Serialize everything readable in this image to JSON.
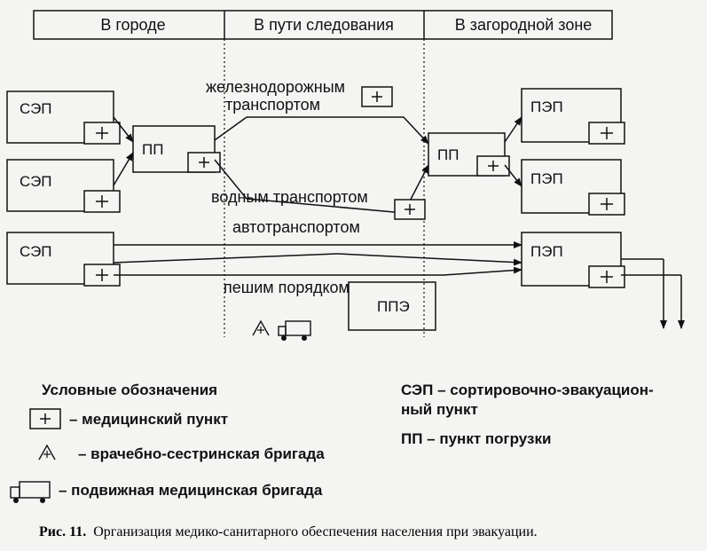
{
  "zones": {
    "city": "В городе",
    "route": "В пути следования",
    "suburban": "В загородной зоне"
  },
  "nodes": {
    "sep": "СЭП",
    "pp": "ПП",
    "pep": "ПЭП",
    "ppe": "ППЭ"
  },
  "routes": {
    "rail": "железнодорожным",
    "rail2": "транспортом",
    "water": "водным транспортом",
    "auto": "автотранспортом",
    "foot": "пешим порядком"
  },
  "legend": {
    "title": "Условные обозначения",
    "med_point": "– медицинский пункт",
    "brigade": "– врачебно-сестринская бригада",
    "mobile": "– подвижная медицинская бригада",
    "sep_def_1": "СЭП  – сортировочно-эвакуацион-",
    "sep_def_2": "ный пункт",
    "pp_def": "ПП  – пункт погрузки"
  },
  "caption": {
    "label": "Рис. 11.",
    "text": "Организация медико-санитарного обеспечения населения при эвакуации."
  }
}
